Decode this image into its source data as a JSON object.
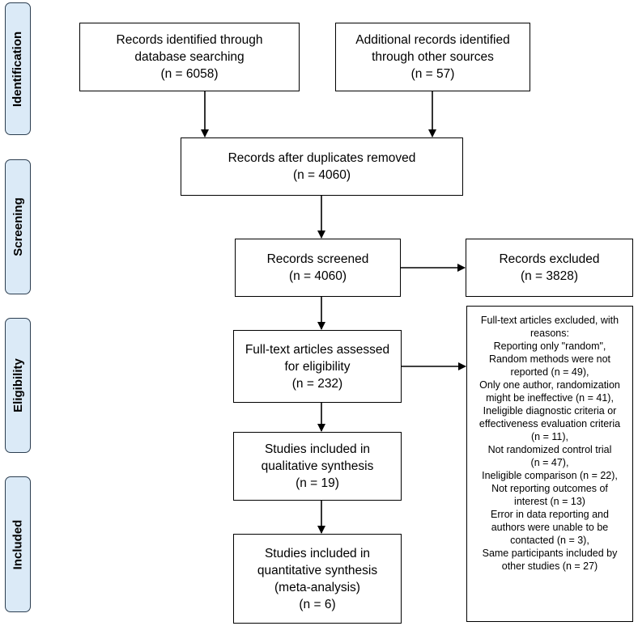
{
  "stages": {
    "identification": "Identification",
    "screening": "Screening",
    "eligibility": "Eligibility",
    "included": "Included"
  },
  "boxes": {
    "db_search": [
      "Records identified through",
      "database searching",
      "(n = 6058)"
    ],
    "other_sources": [
      "Additional records identified",
      "through other sources",
      "(n = 57)"
    ],
    "duplicates_removed": [
      "Records after duplicates removed",
      "(n = 4060)"
    ],
    "screened": [
      "Records screened",
      "(n = 4060)"
    ],
    "excluded": [
      "Records excluded",
      "(n = 3828)"
    ],
    "fulltext_assessed": [
      "Full-text articles assessed",
      "for eligibility",
      "(n = 232)"
    ],
    "qualitative": [
      "Studies included in",
      "qualitative synthesis",
      "(n = 19)"
    ],
    "quantitative": [
      "Studies included in",
      "quantitative synthesis",
      "(meta-analysis)",
      "(n = 6)"
    ],
    "fulltext_excluded": [
      "Full-text articles excluded, with",
      "reasons:",
      "Reporting only \"random\",",
      "Random methods were not",
      "reported (n = 49),",
      "Only one author, randomization",
      "might be ineffective (n = 41),",
      "Ineligible diagnostic criteria or",
      "effectiveness evaluation criteria",
      "(n = 11),",
      "Not randomized control trial",
      "(n = 47),",
      "Ineligible comparison (n = 22),",
      "Not reporting outcomes of",
      "interest (n = 13)",
      "Error in data reporting and",
      "authors were unable to be",
      "contacted (n = 3),",
      "Same participants included by",
      "other studies (n = 27)"
    ]
  }
}
